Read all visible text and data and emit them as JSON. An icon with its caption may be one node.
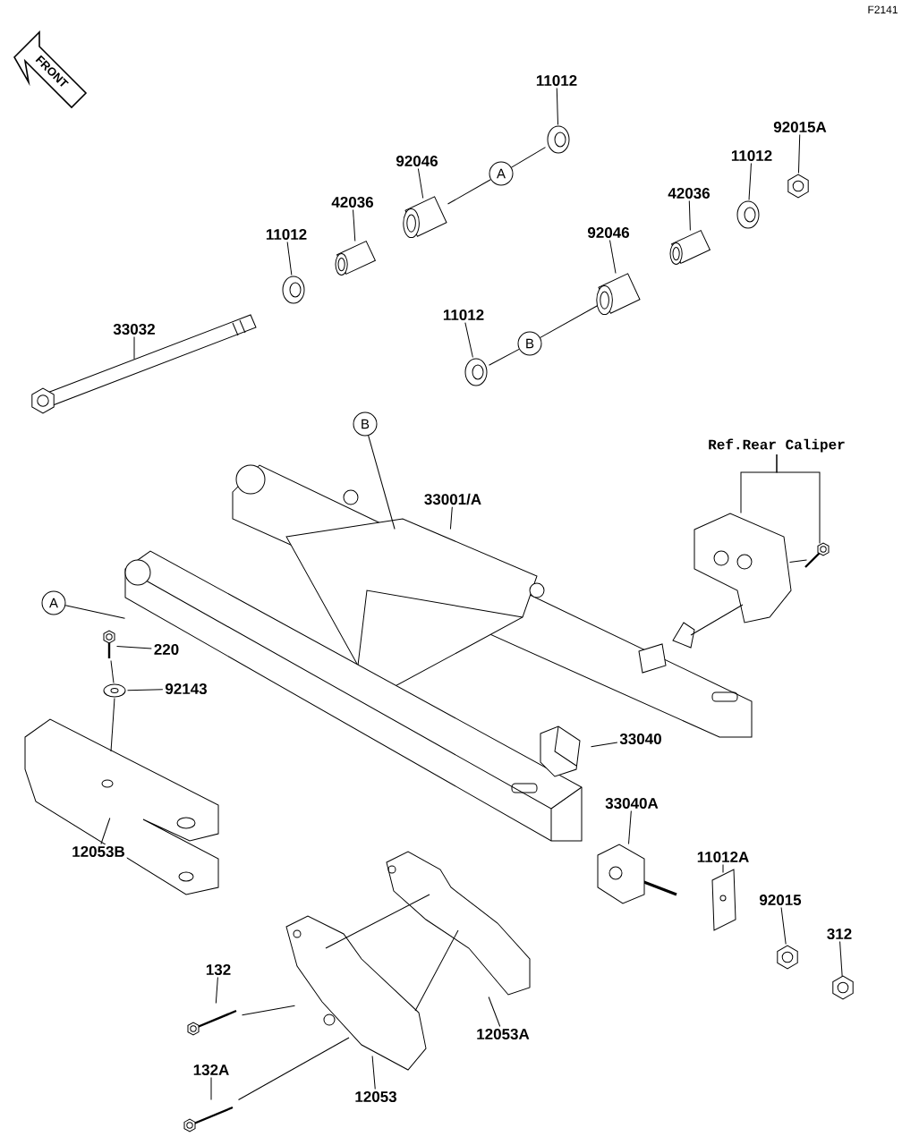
{
  "diagram": {
    "nodes": [
      {
        "text": [
          "A"
        ]
      },
      {
        "text": [
          "B"
        ]
      },
      {
        "text": [
          "B"
        ]
      },
      {
        "text": [
          "A"
        ]
      },
      {
        "text": [
          "11012"
        ]
      },
      {
        "text": [],
        "shape": "picture"
      },
      {
        "text": [
          "92046"
        ]
      },
      {
        "text": [],
        "shape": "picture"
      },
      {
        "text": [
          "42036"
        ]
      },
      {
        "text": [],
        "shape": "picture"
      },
      {
        "text": [
          "11012"
        ]
      },
      {
        "text": [],
        "shape": "picture"
      },
      {
        "text": [
          "33032"
        ]
      },
      {
        "text": [],
        "shape": "picture"
      },
      {
        "text": [
          "11012"
        ]
      },
      {
        "text": [],
        "shape": "picture"
      },
      {
        "text": [
          "92046"
        ]
      },
      {
        "text": [],
        "shape": "picture"
      },
      {
        "text": [
          "42036"
        ]
      },
      {
        "text": [],
        "shape": "picture"
      },
      {
        "text": [
          "11012"
        ]
      },
      {
        "text": [],
        "shape": "picture"
      },
      {
        "text": [
          "92015A"
        ]
      },
      {
        "text": [],
        "shape": "picture"
      },
      {
        "text": [
          "33001/A"
        ]
      },
      {
        "text": [],
        "shape": "picture"
      },
      {
        "text": [
          "Ref.Rear Caliper"
        ]
      },
      {
        "text": [],
        "shape": "picture"
      },
      {
        "text": [],
        "shape": "picture"
      },
      {
        "text": [
          "220"
        ]
      },
      {
        "text": [],
        "shape": "picture"
      },
      {
        "text": [
          "92143"
        ]
      },
      {
        "text": [],
        "shape": "picture"
      },
      {
        "text": [
          "12053B"
        ]
      },
      {
        "text": [],
        "shape": "picture"
      },
      {
        "text": [
          "33040"
        ]
      },
      {
        "text": [],
        "shape": "picture"
      },
      {
        "text": [
          "33040A"
        ]
      },
      {
        "text": [],
        "shape": "picture"
      },
      {
        "text": [
          "11012A"
        ]
      },
      {
        "text": [],
        "shape": "picture"
      },
      {
        "text": [
          "92015"
        ]
      },
      {
        "text": [],
        "shape": "picture"
      },
      {
        "text": [
          "312"
        ]
      },
      {
        "text": [],
        "shape": "picture"
      },
      {
        "text": [
          "12053A"
        ]
      },
      {
        "text": [],
        "shape": "picture"
      },
      {
        "text": [
          "132"
        ]
      },
      {
        "text": [],
        "shape": "picture"
      },
      {
        "text": [
          "12053"
        ]
      },
      {
        "text": [],
        "shape": "picture"
      },
      {
        "text": [
          "132A"
        ]
      },
      {
        "text": [],
        "shape": "picture"
      }
    ],
    "edges": [
      {
        "from": 4,
        "to": 5,
        "arrow": "none"
      },
      {
        "from": 6,
        "to": 7,
        "arrow": "none"
      },
      {
        "from": 8,
        "to": 9,
        "arrow": "none"
      },
      {
        "from": 10,
        "to": 11,
        "arrow": "none"
      },
      {
        "from": 12,
        "to": 13,
        "arrow": "none"
      },
      {
        "from": 14,
        "to": 15,
        "arrow": "none"
      },
      {
        "from": 16,
        "to": 17,
        "arrow": "none"
      },
      {
        "from": 18,
        "to": 19,
        "arrow": "none"
      },
      {
        "from": 20,
        "to": 21,
        "arrow": "none"
      },
      {
        "from": 22,
        "to": 23,
        "arrow": "none"
      },
      {
        "from": 24,
        "to": 25,
        "arrow": "none"
      },
      {
        "from": 26,
        "to": 27,
        "arrow": "none"
      },
      {
        "from": 26,
        "to": 28,
        "arrow": "none"
      },
      {
        "from": 29,
        "to": 30,
        "arrow": "none"
      },
      {
        "from": 31,
        "to": 32,
        "arrow": "none"
      },
      {
        "from": 33,
        "to": 34,
        "arrow": "none"
      },
      {
        "from": 35,
        "to": 36,
        "arrow": "none"
      },
      {
        "from": 37,
        "to": 38,
        "arrow": "none"
      },
      {
        "from": 39,
        "to": 40,
        "arrow": "none"
      },
      {
        "from": 41,
        "to": 42,
        "arrow": "none"
      },
      {
        "from": 43,
        "to": 44,
        "arrow": "none"
      },
      {
        "from": 45,
        "to": 46,
        "arrow": "none"
      },
      {
        "from": 47,
        "to": 48,
        "arrow": "none"
      },
      {
        "from": 49,
        "to": 50,
        "arrow": "none"
      },
      {
        "from": 51,
        "to": 52,
        "arrow": "none"
      },
      {
        "from": 0,
        "to": 7,
        "arrow": "none"
      },
      {
        "from": 0,
        "to": 5,
        "arrow": "none"
      },
      {
        "from": 1,
        "to": 15,
        "arrow": "none"
      },
      {
        "from": 1,
        "to": 17,
        "arrow": "none"
      },
      {
        "from": 2,
        "to": 25,
        "arrow": "none"
      },
      {
        "from": 3,
        "to": 25,
        "arrow": "none"
      },
      {
        "from": 30,
        "to": 32,
        "arrow": "none"
      },
      {
        "from": 32,
        "to": 34,
        "arrow": "none"
      },
      {
        "from": 28,
        "to": 27,
        "arrow": "none"
      },
      {
        "from": 27,
        "to": 25,
        "arrow": "none"
      },
      {
        "from": 48,
        "to": 50,
        "arrow": "none"
      },
      {
        "from": 52,
        "to": 50,
        "arrow": "none"
      },
      {
        "from": 50,
        "to": 46,
        "arrow": "none"
      },
      {
        "from": 50,
        "to": 46,
        "arrow": "none"
      }
    ],
    "labels": [
      "FRONT",
      "F2141"
    ]
  }
}
